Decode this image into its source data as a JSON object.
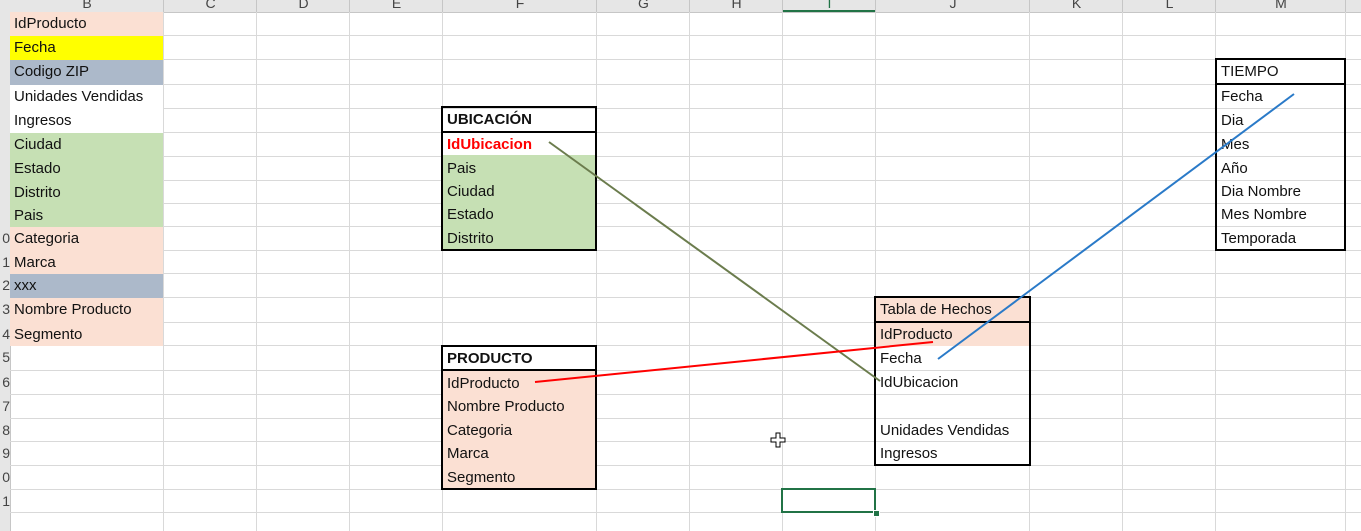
{
  "columns": [
    "B",
    "C",
    "D",
    "E",
    "F",
    "G",
    "H",
    "I",
    "J",
    "K",
    "L",
    "M"
  ],
  "selected_column": "I",
  "rows": [
    "",
    "",
    "",
    "",
    "",
    "",
    "",
    "",
    "",
    "0",
    "1",
    "2",
    "3",
    "4",
    "5",
    "6",
    "7",
    "8",
    "9",
    "0",
    "1",
    ""
  ],
  "source_list": [
    {
      "text": "IdProducto",
      "fill": "peach"
    },
    {
      "text": "Fecha",
      "fill": "yellow"
    },
    {
      "text": "Codigo ZIP",
      "fill": "gray"
    },
    {
      "text": "Unidades Vendidas",
      "fill": "white"
    },
    {
      "text": "Ingresos",
      "fill": "white"
    },
    {
      "text": "Ciudad",
      "fill": "green"
    },
    {
      "text": "Estado",
      "fill": "green"
    },
    {
      "text": "Distrito",
      "fill": "green"
    },
    {
      "text": "Pais",
      "fill": "green"
    },
    {
      "text": "Categoria",
      "fill": "peach"
    },
    {
      "text": "Marca",
      "fill": "peach"
    },
    {
      "text": "xxx",
      "fill": "gray"
    },
    {
      "text": "Nombre Producto",
      "fill": "peach"
    },
    {
      "text": "Segmento",
      "fill": "peach"
    }
  ],
  "ubicacion": {
    "title": "UBICACIÓN",
    "key": "IdUbicacion",
    "fields": [
      "Pais",
      "Ciudad",
      "Estado",
      "Distrito"
    ]
  },
  "producto": {
    "title": "PRODUCTO",
    "fields": [
      "IdProducto",
      "Nombre Producto",
      "Categoria",
      "Marca",
      "Segmento"
    ]
  },
  "hechos": {
    "title": "Tabla de Hechos",
    "fields": [
      "IdProducto",
      "Fecha",
      "IdUbicacion",
      "",
      "Unidades Vendidas",
      "Ingresos"
    ]
  },
  "tiempo": {
    "title": "TIEMPO",
    "fields": [
      "Fecha",
      "Dia",
      "Mes",
      "Año",
      "Dia Nombre",
      "Mes Nombre",
      "Temporada"
    ]
  },
  "colors": {
    "peach": "#fbe0d3",
    "yellow": "#ffff00",
    "gray": "#acb9ca",
    "green": "#c6e0b4",
    "line_producto": "#ff0000",
    "line_ubicacion": "#6b7c4d",
    "line_tiempo": "#2a7ac8",
    "selection": "#217346"
  },
  "cursor_icon": "move-cursor-icon"
}
